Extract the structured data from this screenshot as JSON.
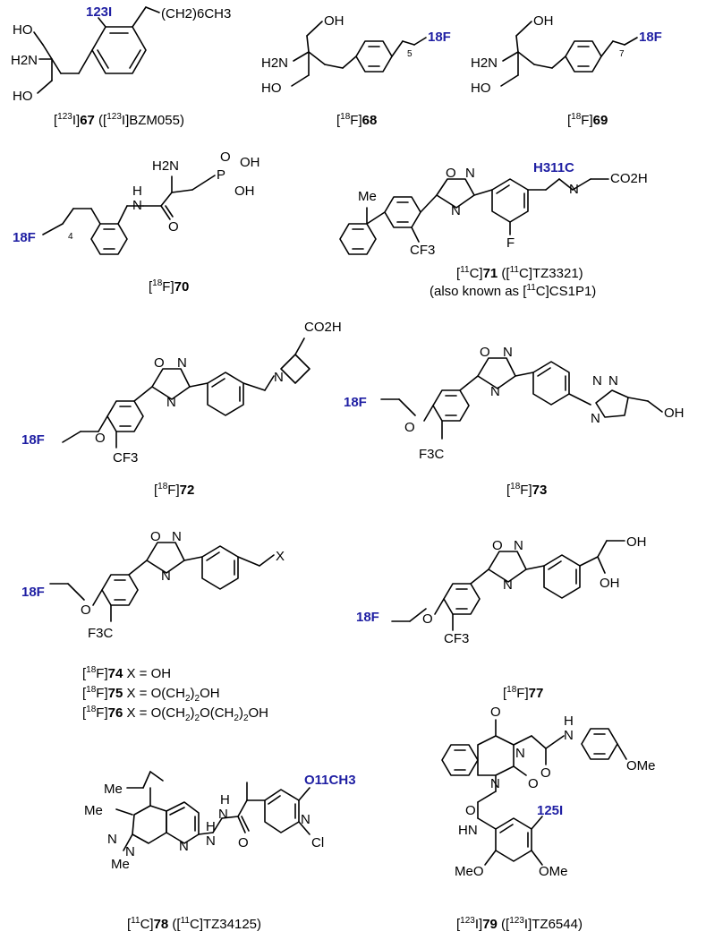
{
  "compounds": [
    {
      "key": "c67",
      "caption_parts": [
        "[",
        "123",
        "I]",
        "67",
        " ([",
        "123",
        "I]BZM055)"
      ],
      "atoms": {
        "iodine": "123I",
        "chain": "(CH2)6CH3",
        "oh1": "HO",
        "amine": "H2N",
        "oh2": "HO"
      }
    },
    {
      "key": "c68",
      "caption_parts": [
        "[",
        "18",
        "F]",
        "68"
      ],
      "atoms": {
        "oh1": "OH",
        "amine": "H2N",
        "oh2": "HO",
        "repeat": "5",
        "label": "18F"
      }
    },
    {
      "key": "c69",
      "caption_parts": [
        "[",
        "18",
        "F]",
        "69"
      ],
      "atoms": {
        "oh1": "OH",
        "amine": "H2N",
        "oh2": "HO",
        "repeat": "7",
        "label": "18F"
      }
    },
    {
      "key": "c70",
      "caption_parts": [
        "[",
        "18",
        "F]",
        "70"
      ],
      "atoms": {
        "amine": "H2N",
        "phos": "P",
        "oh1": "OH",
        "oh2": "OH",
        "o1": "O",
        "o2": "O",
        "nh": "N",
        "h": "H",
        "repeat": "4",
        "label": "18F"
      }
    },
    {
      "key": "c71",
      "caption_parts": [
        "[",
        "11",
        "C]",
        "71",
        " ([",
        "11",
        "C]TZ3321)"
      ],
      "caption2_parts": [
        "(also known as [",
        "11",
        "C]CS1P1)"
      ],
      "atoms": {
        "me": "Me",
        "cf3": "CF3",
        "o": "O",
        "n1": "N",
        "n2": "N",
        "n3": "N",
        "f": "F",
        "label": "H311C",
        "acid": "CO2H"
      }
    },
    {
      "key": "c72",
      "caption_parts": [
        "[",
        "18",
        "F]",
        "72"
      ],
      "atoms": {
        "acid": "CO2H",
        "o": "O",
        "n1": "N",
        "n2": "N",
        "n3": "N",
        "oe": "O",
        "cf3": "CF3",
        "label": "18F"
      }
    },
    {
      "key": "c73",
      "caption_parts": [
        "[",
        "18",
        "F]",
        "73"
      ],
      "atoms": {
        "label": "18F",
        "oe": "O",
        "o": "O",
        "n1": "N",
        "n2": "N",
        "tn1": "N",
        "tn2": "N",
        "tn3": "N",
        "oh": "OH",
        "cf3": "F3C"
      }
    },
    {
      "key": "c74",
      "caption_lines": [
        {
          "parts": [
            "[",
            "18",
            "F]",
            "74",
            " X = OH"
          ]
        },
        {
          "parts": [
            "[",
            "18",
            "F]",
            "75",
            " X = O(CH",
            "2",
            ")",
            "2",
            "OH"
          ]
        },
        {
          "parts": [
            "[",
            "18",
            "F]",
            "76",
            " X = O(CH",
            "2",
            ")",
            "2",
            "O(CH",
            "2",
            ")",
            "2",
            "OH"
          ]
        }
      ],
      "atoms": {
        "label": "18F",
        "oe": "O",
        "o": "O",
        "n1": "N",
        "n2": "N",
        "x": "X",
        "cf3": "F3C"
      }
    },
    {
      "key": "c77",
      "caption_parts": [
        "[",
        "18",
        "F]",
        "77"
      ],
      "atoms": {
        "label": "18F",
        "oe": "O",
        "o": "O",
        "n1": "N",
        "n2": "N",
        "oh1": "OH",
        "oh2": "OH",
        "cf3": "CF3"
      }
    },
    {
      "key": "c78",
      "caption_parts": [
        "[",
        "11",
        "C]",
        "78",
        " ([",
        "11",
        "C]TZ34125)"
      ],
      "atoms": {
        "me1": "Me",
        "me2": "Me",
        "me3": "Me",
        "n1": "N",
        "n2": "N",
        "n3": "N",
        "nh1": "N",
        "nh2": "N",
        "h1": "H",
        "h2": "H",
        "o": "O",
        "label": "O11CH3",
        "pn": "N",
        "cl": "Cl"
      }
    },
    {
      "key": "c79",
      "caption_parts": [
        "[",
        "123",
        "I]",
        "79",
        " ([",
        "123",
        "I]TZ6544)"
      ],
      "atoms": {
        "o1": "O",
        "o2": "O",
        "o3": "O",
        "o4": "O",
        "n1": "N",
        "n2": "N",
        "nh1": "N",
        "h1": "H",
        "hn": "HN",
        "ome1": "OMe",
        "ome2": "OMe",
        "ome3": "MeO",
        "label": "125I"
      }
    }
  ]
}
